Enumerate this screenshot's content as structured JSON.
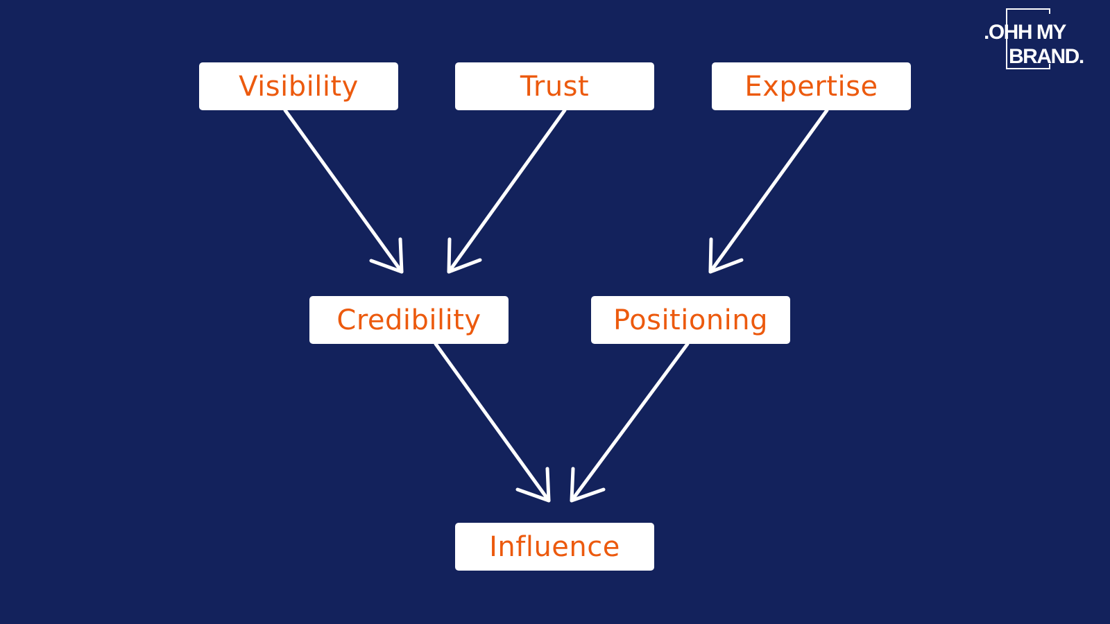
{
  "logo": {
    "line1": ".OHH MY",
    "line2": "BRAND."
  },
  "colors": {
    "background": "#13225c",
    "box": "#ffffff",
    "label": "#ec5a0e",
    "arrow": "#ffffff"
  },
  "nodes": {
    "visibility": "Visibility",
    "trust": "Trust",
    "expertise": "Expertise",
    "credibility": "Credibility",
    "positioning": "Positioning",
    "influence": "Influence"
  },
  "edges": [
    {
      "from": "Visibility",
      "to": "Credibility"
    },
    {
      "from": "Trust",
      "to": "Credibility"
    },
    {
      "from": "Expertise",
      "to": "Positioning"
    },
    {
      "from": "Credibility",
      "to": "Influence"
    },
    {
      "from": "Positioning",
      "to": "Influence"
    }
  ]
}
